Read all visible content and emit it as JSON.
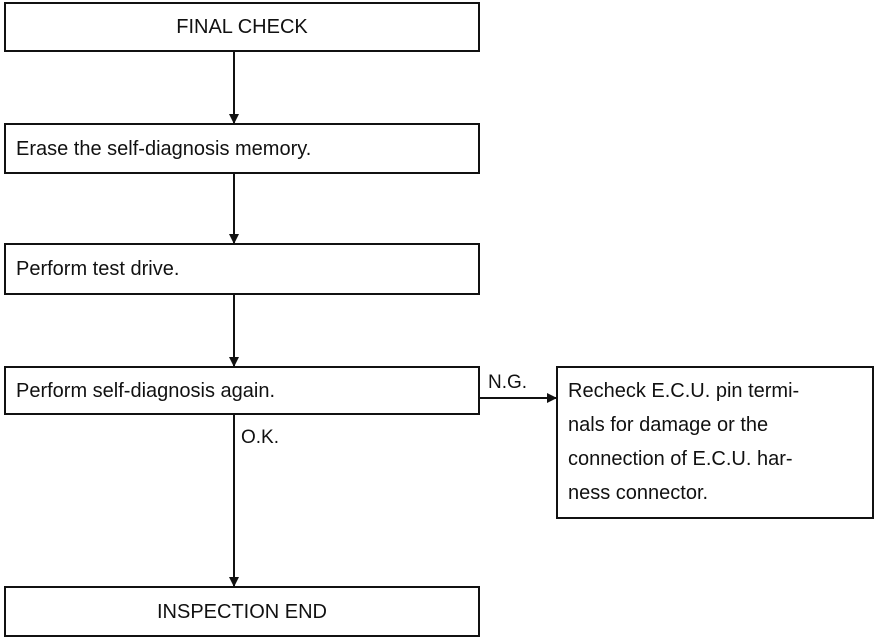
{
  "steps": {
    "final_check": "FINAL CHECK",
    "erase_memory": "Erase the self-diagnosis memory.",
    "test_drive": "Perform test drive.",
    "self_diagnosis": "Perform self-diagnosis again.",
    "recheck_lines": [
      "Recheck E.C.U. pin termi-",
      "nals for damage or the",
      "connection of E.C.U. har-",
      "ness connector."
    ],
    "inspection_end": "INSPECTION END"
  },
  "labels": {
    "ng": "N.G.",
    "ok": "O.K."
  }
}
